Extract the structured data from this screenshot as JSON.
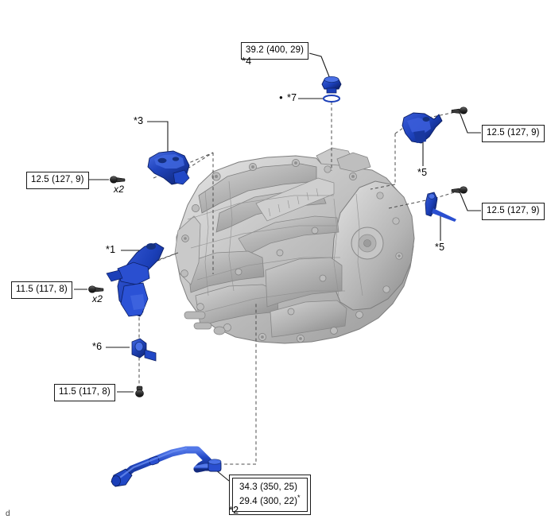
{
  "diagram": {
    "title": "Automatic Transaxle Assembly Component Diagram",
    "corner_mark": "d",
    "colors": {
      "highlight_part": "#1b3fb8",
      "highlight_part_light": "#3f66dd",
      "highlight_part_dark": "#0e2473",
      "housing_light": "#d8d8d8",
      "housing_mid": "#b0b0b0",
      "housing_dark": "#8a8a8a",
      "line": "#1a1a1a",
      "dashed_line": "#4d4d4d",
      "box_border": "#1a1a1a",
      "background": "#ffffff"
    }
  },
  "torque_boxes": [
    {
      "id": "torque-top-center",
      "lines": [
        "39.2 (400, 29)"
      ],
      "double_border": false,
      "ref": "*4"
    },
    {
      "id": "torque-left-upper",
      "lines": [
        "12.5 (127, 9)"
      ],
      "double_border": false,
      "qty": "x2"
    },
    {
      "id": "torque-left-lower",
      "lines": [
        "11.5 (117, 8)"
      ],
      "double_border": false,
      "qty": "x2"
    },
    {
      "id": "torque-left-bottom",
      "lines": [
        "11.5 (117, 8)"
      ],
      "double_border": false
    },
    {
      "id": "torque-right-upper",
      "lines": [
        "12.5 (127, 9)"
      ],
      "double_border": false
    },
    {
      "id": "torque-right-lower",
      "lines": [
        "12.5 (127, 9)"
      ],
      "double_border": false
    },
    {
      "id": "torque-bottom",
      "lines": [
        "34.3 (350, 25)",
        "29.4 (300, 22)"
      ],
      "line2_superscript": "*",
      "double_border": true,
      "ref": "*2"
    }
  ],
  "reference_marks": [
    {
      "id": "ref-1",
      "label": "*1",
      "dot": false
    },
    {
      "id": "ref-2",
      "label": "*2",
      "dot": false
    },
    {
      "id": "ref-3",
      "label": "*3",
      "dot": false
    },
    {
      "id": "ref-4",
      "label": "*4",
      "dot": false
    },
    {
      "id": "ref-5-upper",
      "label": "*5",
      "dot": false
    },
    {
      "id": "ref-5-lower",
      "label": "*5",
      "dot": false
    },
    {
      "id": "ref-6",
      "label": "*6",
      "dot": false
    },
    {
      "id": "ref-7",
      "label": "*7",
      "dot": true
    }
  ],
  "quantities": [
    {
      "id": "qty-upper-left",
      "label": "x2"
    },
    {
      "id": "qty-lower-left",
      "label": "x2"
    }
  ],
  "parts": [
    {
      "id": "part-transaxle-housing",
      "name": "transaxle-housing",
      "highlighted": false
    },
    {
      "id": "part-1-bracket",
      "name": "engine-mounting-bracket",
      "ref": "*1",
      "highlighted": true
    },
    {
      "id": "part-2-oil-cooler-tube",
      "name": "oil-cooler-tube",
      "ref": "*2",
      "highlighted": true
    },
    {
      "id": "part-3-bracket",
      "name": "upper-mounting-bracket",
      "ref": "*3",
      "highlighted": true
    },
    {
      "id": "part-4-plug",
      "name": "drain-plug",
      "ref": "*4",
      "highlighted": true
    },
    {
      "id": "part-5-bracket-upper",
      "name": "wire-harness-bracket",
      "ref": "*5",
      "highlighted": true
    },
    {
      "id": "part-5-bracket-lower",
      "name": "wire-harness-clamp",
      "ref": "*5",
      "highlighted": true
    },
    {
      "id": "part-6-clamp",
      "name": "tube-clamp",
      "ref": "*6",
      "highlighted": true
    },
    {
      "id": "part-7-oring",
      "name": "o-ring",
      "ref": "*7",
      "highlighted": true
    }
  ],
  "fasteners": [
    {
      "id": "bolt-upper-left",
      "name": "bolt"
    },
    {
      "id": "bolt-lower-left",
      "name": "bolt"
    },
    {
      "id": "bolt-bottom-left",
      "name": "bolt"
    },
    {
      "id": "bolt-right-upper",
      "name": "bolt"
    },
    {
      "id": "bolt-right-lower",
      "name": "bolt"
    }
  ]
}
